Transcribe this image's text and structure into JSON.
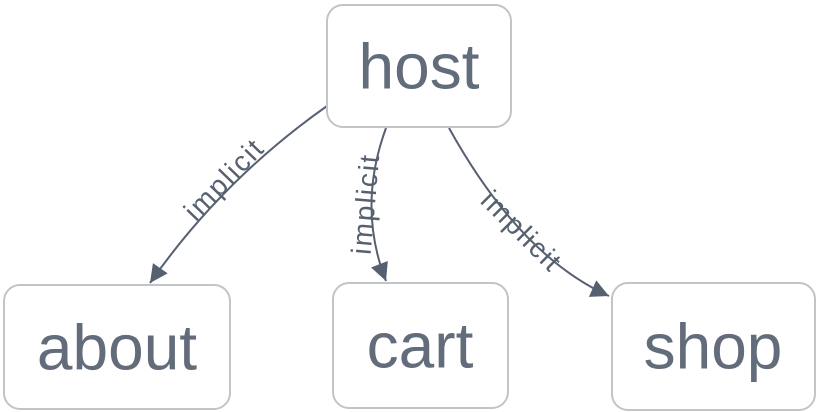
{
  "diagram": {
    "type": "network-graph",
    "background": "#ffffff",
    "colors": {
      "edge": "#566070",
      "edge_label_text": "#566070",
      "node_border": "#c1c4c8",
      "node_fill": "#ffffff",
      "node_text": "#636c7a"
    },
    "nodes": [
      {
        "id": "host",
        "label": "host"
      },
      {
        "id": "about",
        "label": "about"
      },
      {
        "id": "cart",
        "label": "cart"
      },
      {
        "id": "shop",
        "label": "shop"
      }
    ],
    "edges": [
      {
        "from": "host",
        "to": "about",
        "label": "implicit",
        "arrow": "to"
      },
      {
        "from": "host",
        "to": "cart",
        "label": "implicit",
        "arrow": "to"
      },
      {
        "from": "host",
        "to": "shop",
        "label": "implicit",
        "arrow": "to"
      }
    ]
  }
}
